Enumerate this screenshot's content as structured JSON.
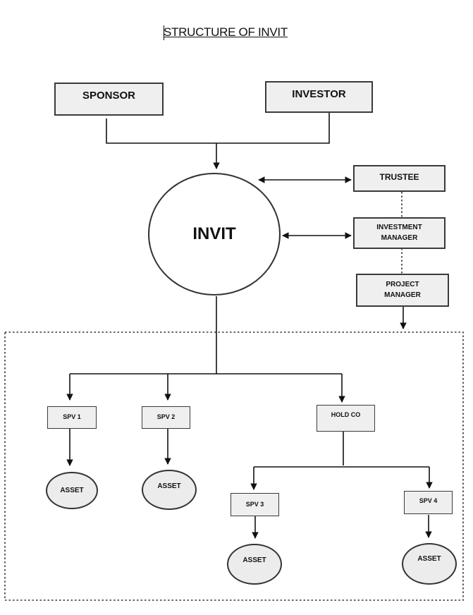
{
  "title": "STRUCTURE OF INVIT",
  "nodes": {
    "sponsor": "SPONSOR",
    "investor": "INVESTOR",
    "invit": "INVIT",
    "trustee": "TRUSTEE",
    "investment_manager": "INVESTMENT MANAGER",
    "project_manager": "PROJECT MANAGER",
    "spv1": "SPV 1",
    "spv2": "SPV 2",
    "hold_co": "HOLD CO",
    "spv3": "SPV 3",
    "spv4": "SPV 4",
    "asset1": "ASSET",
    "asset2": "ASSET",
    "asset3": "ASSET",
    "asset4": "ASSET"
  }
}
